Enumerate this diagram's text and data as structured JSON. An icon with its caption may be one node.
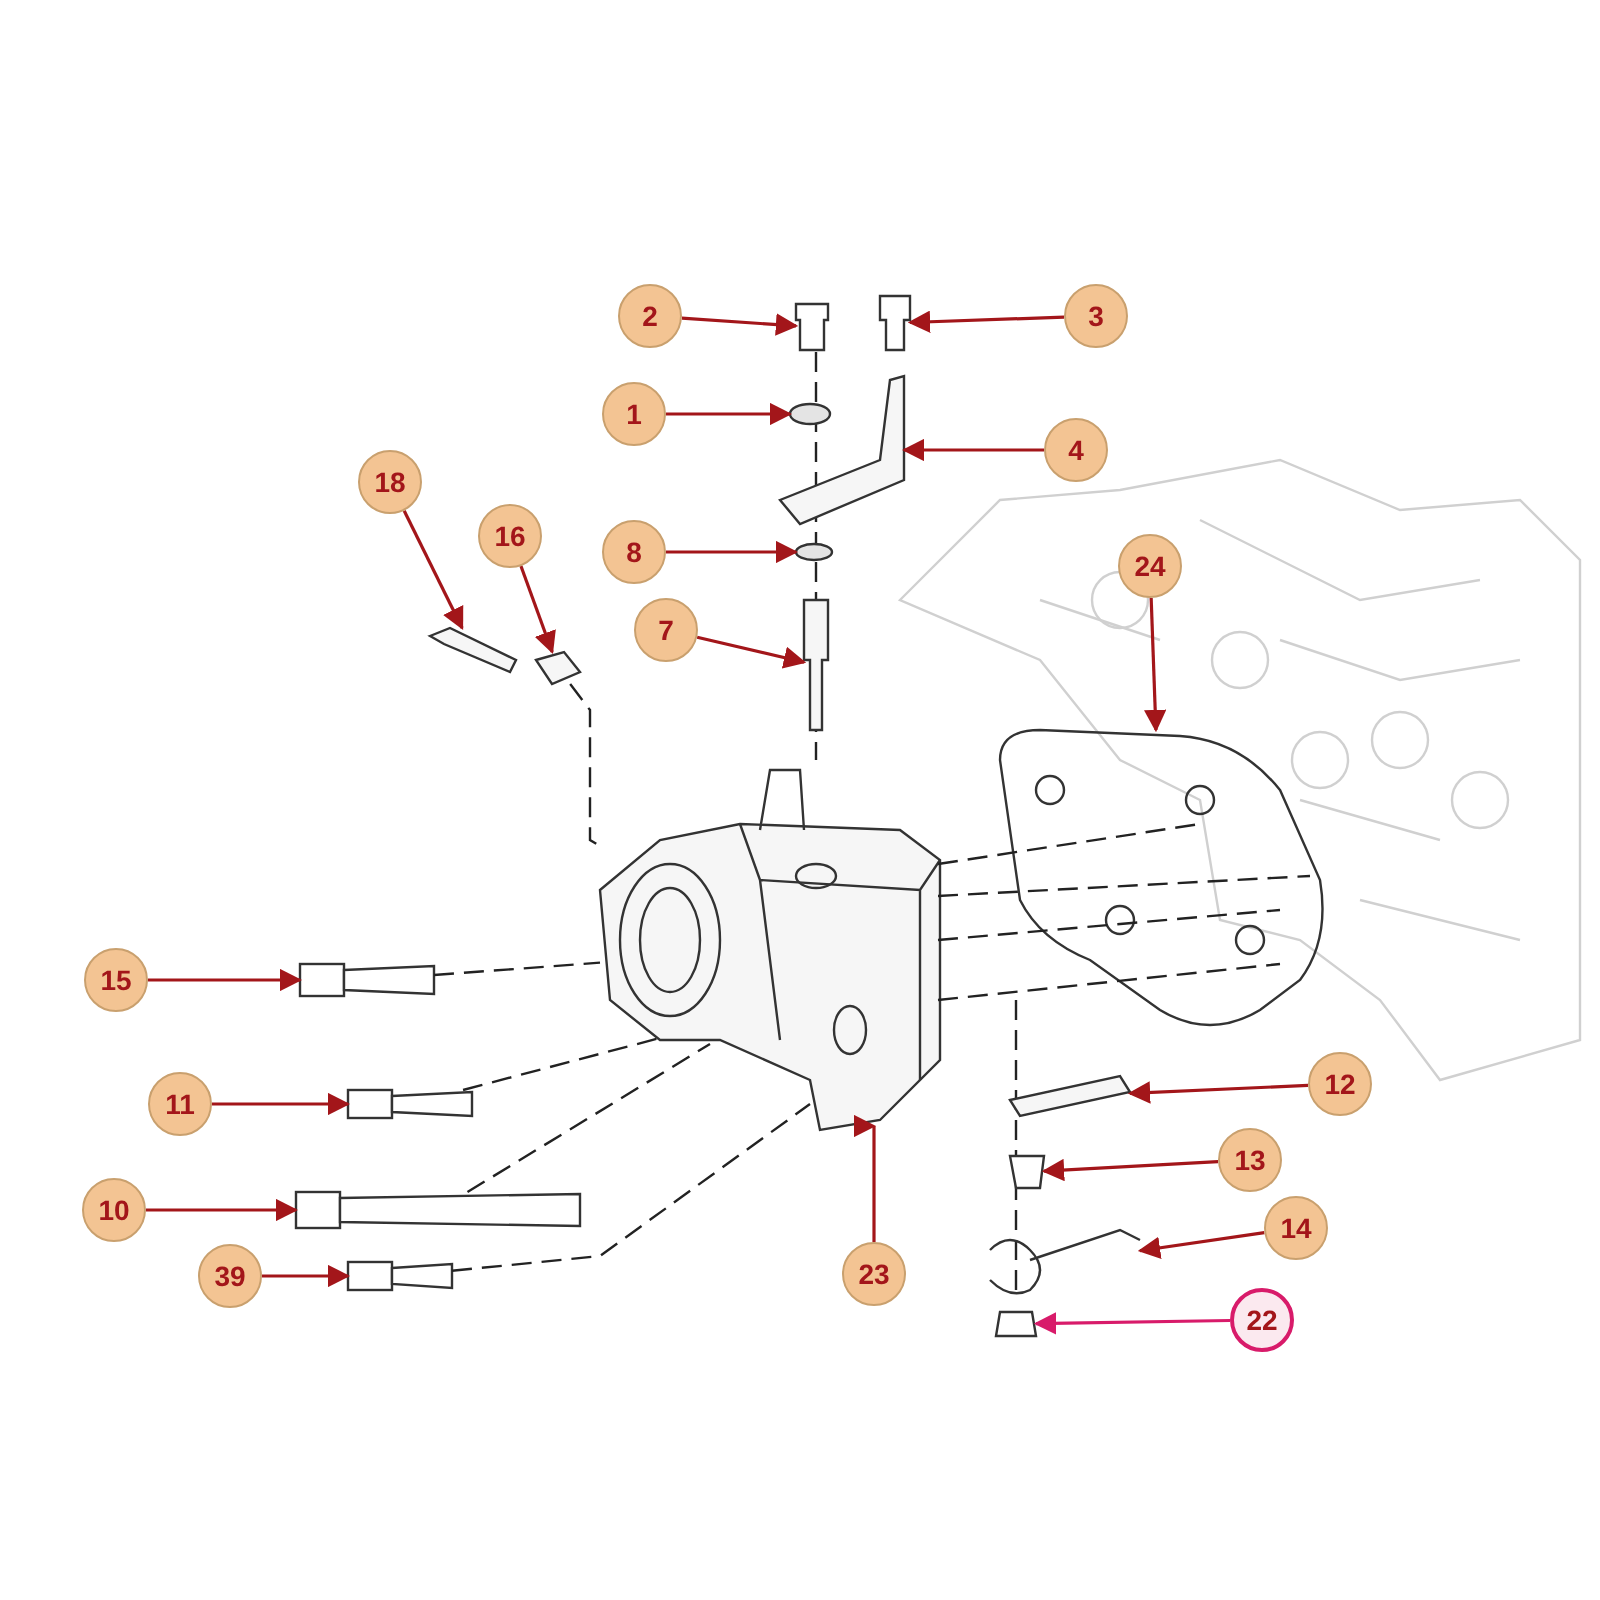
{
  "diagram": {
    "nodes": [
      {
        "text": [
          "2"
        ]
      },
      {
        "text": [
          "3"
        ]
      },
      {
        "text": [
          "1"
        ]
      },
      {
        "text": [
          "4"
        ]
      },
      {
        "text": [
          "18"
        ]
      },
      {
        "text": [
          "16"
        ]
      },
      {
        "text": [
          "8"
        ]
      },
      {
        "text": [
          "24"
        ]
      },
      {
        "text": [
          "7"
        ]
      },
      {
        "text": [
          "15"
        ]
      },
      {
        "text": [
          "12"
        ]
      },
      {
        "text": [
          "11"
        ]
      },
      {
        "text": [
          "13"
        ]
      },
      {
        "text": [
          "10"
        ]
      },
      {
        "text": [
          "14"
        ]
      },
      {
        "text": [
          "39"
        ]
      },
      {
        "text": [
          "23"
        ]
      },
      {
        "text": [
          "22"
        ]
      },
      {
        "text": [],
        "shape": "box"
      },
      {
        "text": [],
        "shape": "box"
      },
      {
        "text": [],
        "shape": "circle"
      },
      {
        "text": [],
        "shape": "picture"
      },
      {
        "text": [],
        "shape": "picture"
      },
      {
        "text": [],
        "shape": "picture"
      },
      {
        "text": [],
        "shape": "circle"
      },
      {
        "text": [],
        "shape": "picture"
      },
      {
        "text": [],
        "shape": "picture"
      },
      {
        "text": [],
        "shape": "box"
      },
      {
        "text": [],
        "shape": "picture"
      },
      {
        "text": [],
        "shape": "box"
      },
      {
        "text": [],
        "shape": "box"
      },
      {
        "text": [],
        "shape": "box"
      },
      {
        "text": [],
        "shape": "picture"
      },
      {
        "text": [],
        "shape": "box"
      },
      {
        "text": [],
        "shape": "picture"
      },
      {
        "text": [],
        "shape": "box"
      }
    ],
    "edges": [
      {
        "from": 0,
        "to": 18,
        "arrow": "to"
      },
      {
        "from": 1,
        "to": 19,
        "arrow": "to"
      },
      {
        "from": 2,
        "to": 20,
        "arrow": "to"
      },
      {
        "from": 3,
        "to": 21,
        "arrow": "to"
      },
      {
        "from": 4,
        "to": 22,
        "arrow": "to"
      },
      {
        "from": 5,
        "to": 23,
        "arrow": "to"
      },
      {
        "from": 6,
        "to": 24,
        "arrow": "to"
      },
      {
        "from": 7,
        "to": 25,
        "arrow": "to"
      },
      {
        "from": 8,
        "to": 26,
        "arrow": "to"
      },
      {
        "from": 9,
        "to": 27,
        "arrow": "to"
      },
      {
        "from": 10,
        "to": 28,
        "arrow": "to"
      },
      {
        "from": 11,
        "to": 29,
        "arrow": "to"
      },
      {
        "from": 12,
        "to": 30,
        "arrow": "to"
      },
      {
        "from": 13,
        "to": 31,
        "arrow": "to"
      },
      {
        "from": 14,
        "to": 32,
        "arrow": "to"
      },
      {
        "from": 15,
        "to": 33,
        "arrow": "to"
      },
      {
        "from": 16,
        "to": 34,
        "arrow": "to"
      },
      {
        "from": 17,
        "to": 35,
        "arrow": "to",
        "color": "#d81b6a"
      },
      {
        "from": 27,
        "to": 34,
        "arrow": "none",
        "style": "dashed",
        "color": "#222222"
      },
      {
        "from": 29,
        "to": 34,
        "arrow": "none",
        "style": "dashed",
        "color": "#222222"
      },
      {
        "from": 31,
        "to": 34,
        "arrow": "none",
        "style": "dashed",
        "color": "#222222"
      },
      {
        "from": 33,
        "to": 34,
        "arrow": "none",
        "style": "dashed",
        "color": "#222222"
      },
      {
        "from": 23,
        "to": 34,
        "arrow": "none",
        "style": "dashed",
        "color": "#222222"
      },
      {
        "from": 34,
        "to": 25,
        "arrow": "none",
        "style": "dashed",
        "color": "#222222"
      },
      {
        "from": 34,
        "to": 25,
        "arrow": "none",
        "style": "dashed",
        "color": "#222222"
      },
      {
        "from": 34,
        "to": 25,
        "arrow": "none",
        "style": "dashed",
        "color": "#222222"
      },
      {
        "from": 34,
        "to": 25,
        "arrow": "none",
        "style": "dashed",
        "color": "#222222"
      }
    ]
  }
}
